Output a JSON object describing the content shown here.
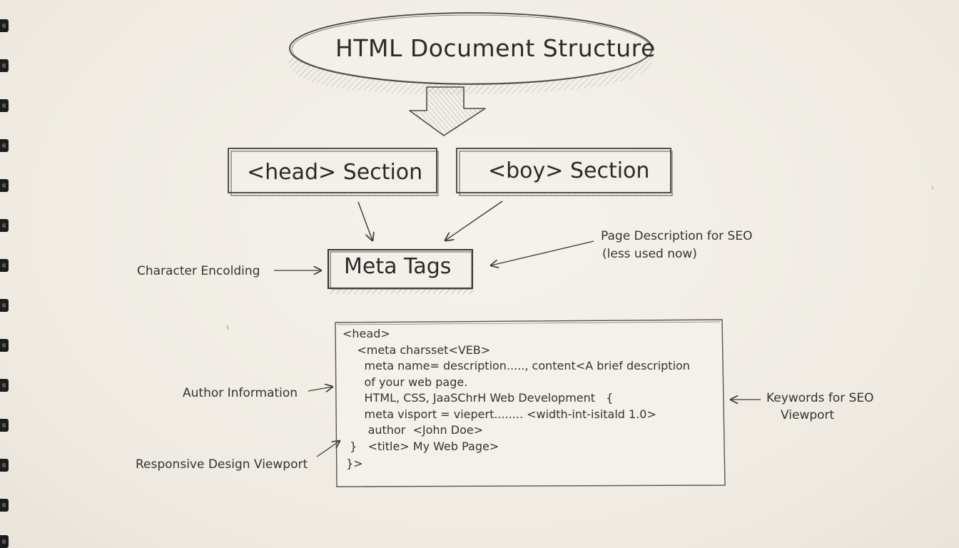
{
  "diagram": {
    "title": "HTML Document Structure",
    "head_section": "<head> Section",
    "body_section": "<boy> Section",
    "meta_tags": "Meta Tags",
    "annotations": {
      "character_encoding": "Character Encolding",
      "page_description_line1": "Page Description for SEO",
      "page_description_line2": "(less used now)",
      "author_information": "Author Information",
      "responsive_design": "Responsive Design Viewport",
      "keywords_line1": "Keywords for SEO",
      "keywords_line2": "Viewport"
    },
    "code_lines": [
      "<head>",
      "    <meta charsset<VEB>",
      "      meta name= description....., content<A brief description",
      "      of your web page.",
      "      HTML, CSS, JaaSChrH Web Development   {",
      "      meta visport = viepert........ <width-int-isitald 1.0>",
      "       author  <John Doe>",
      "  }   <title> My Web Page>",
      " }>"
    ]
  }
}
